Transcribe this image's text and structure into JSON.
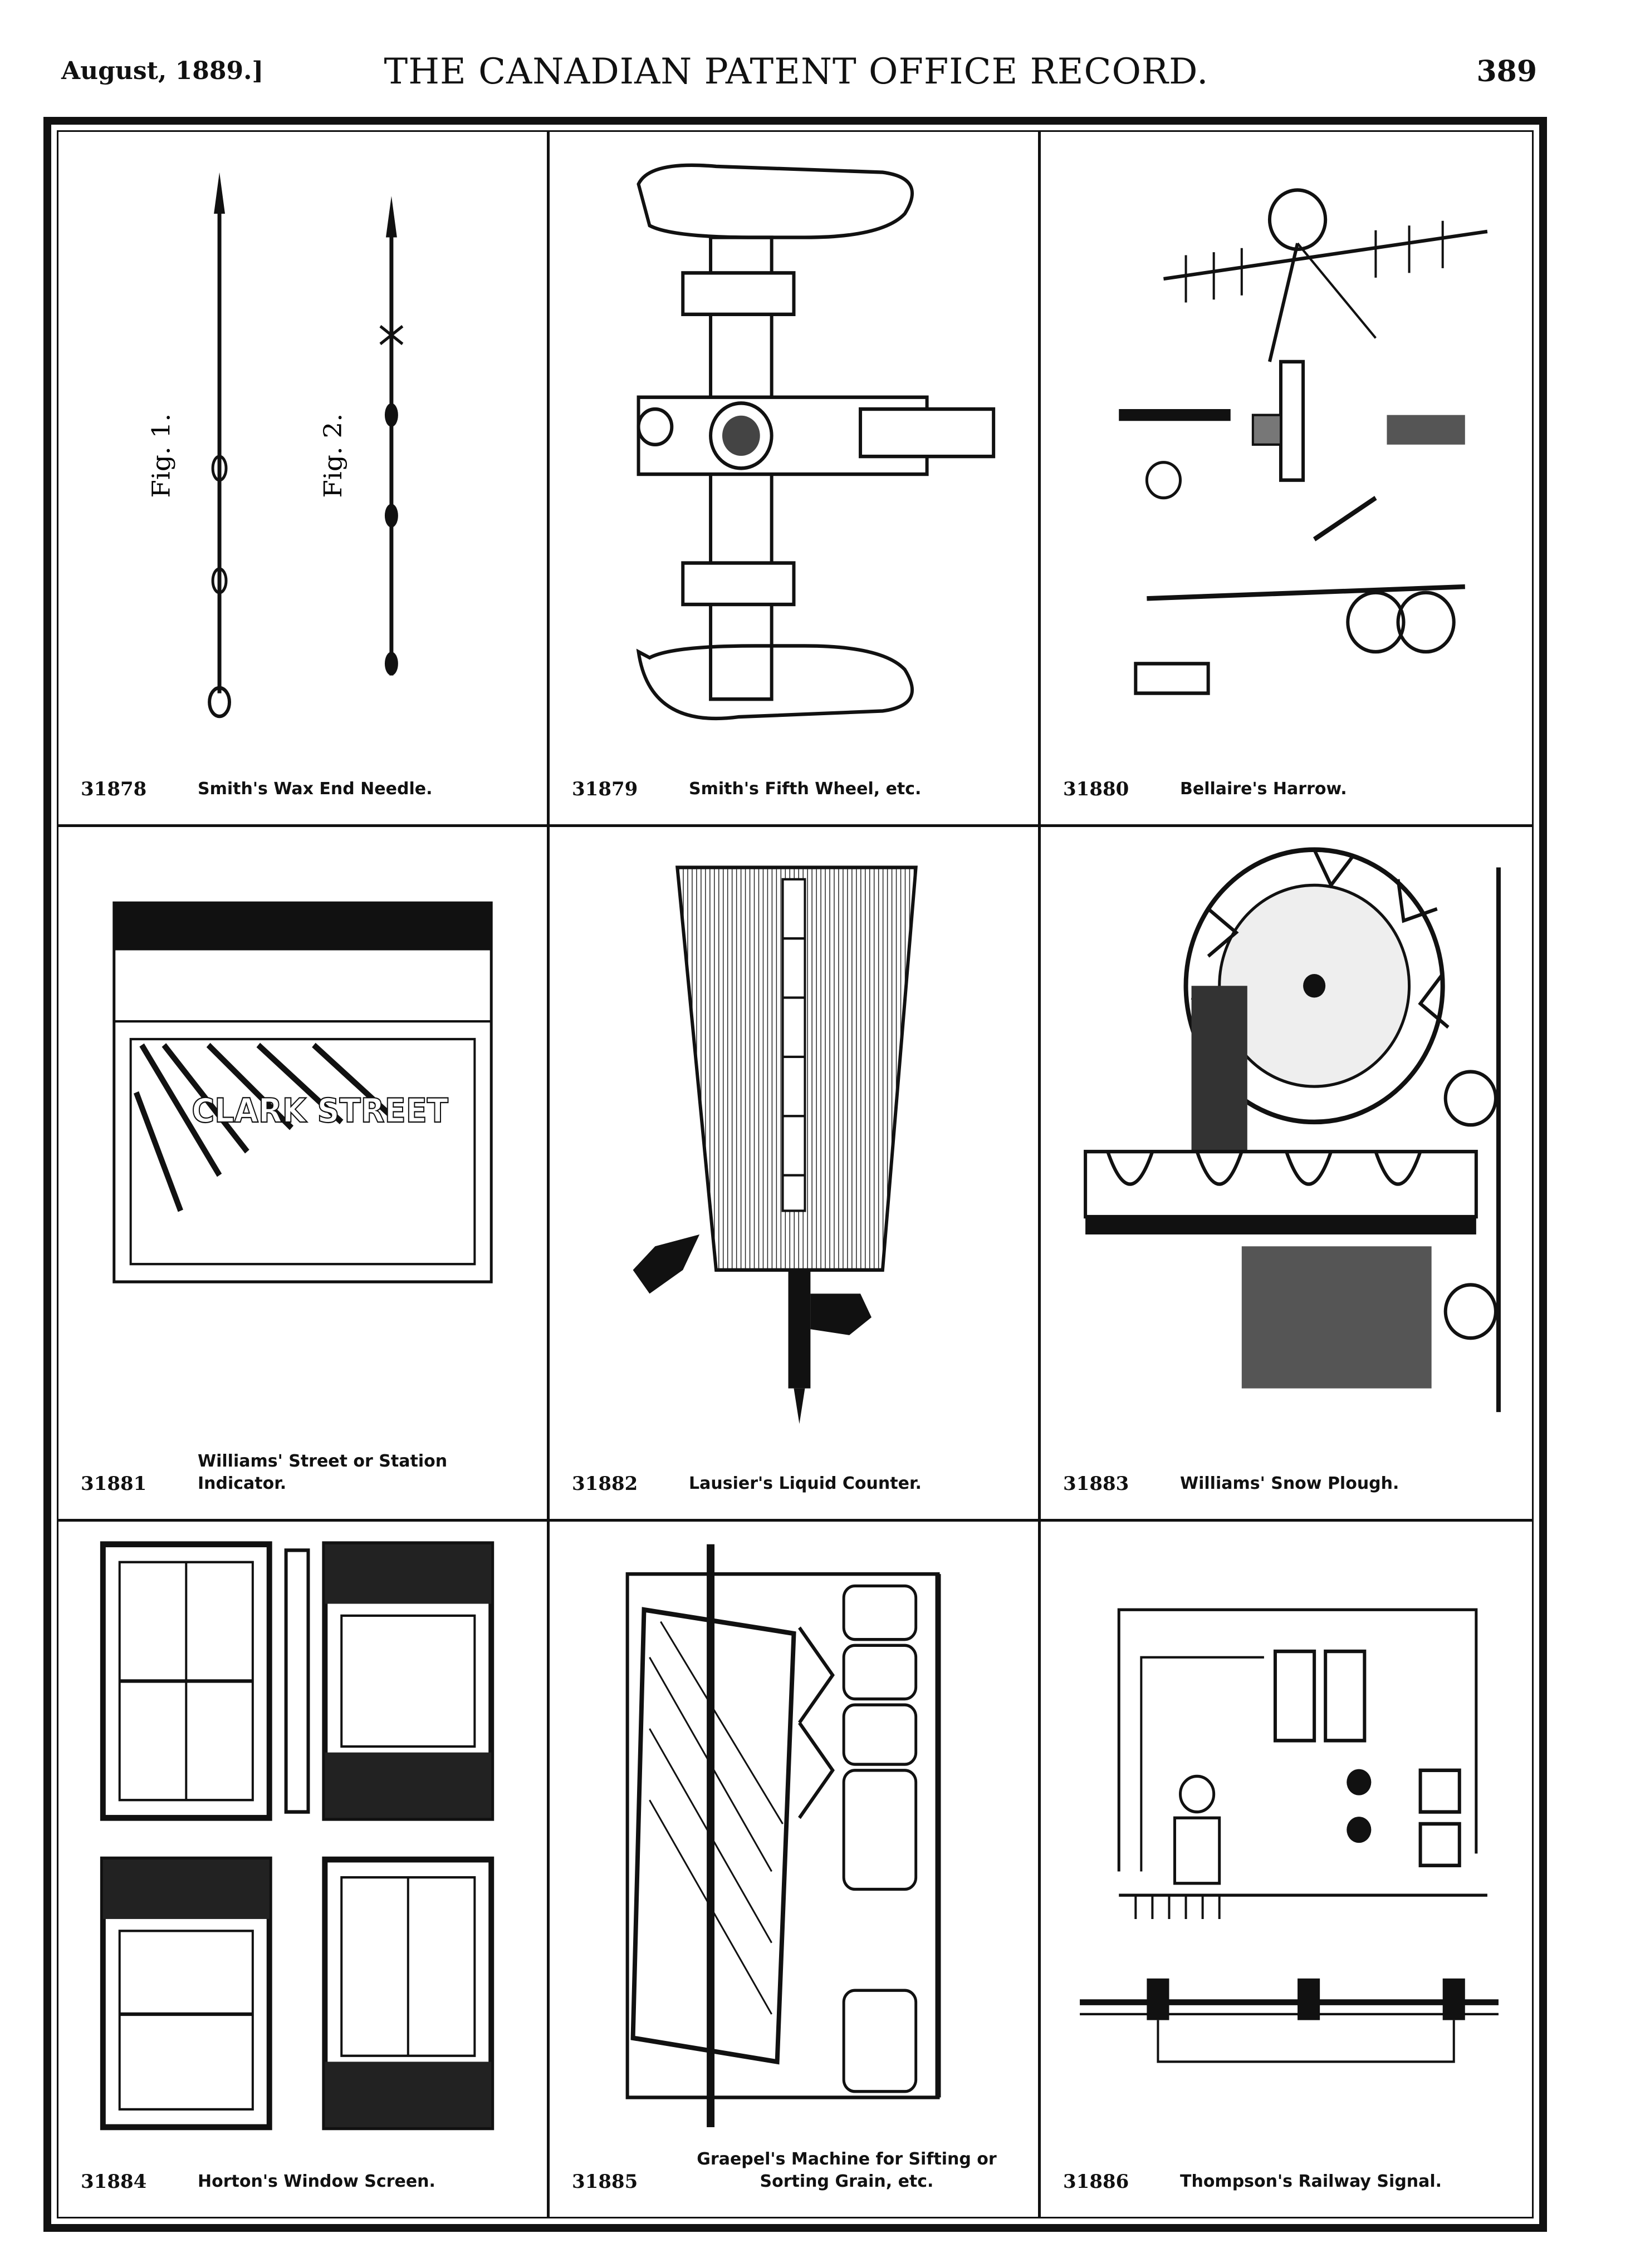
{
  "header": {
    "date": "August, 1889.]",
    "title": "THE CANADIAN PATENT OFFICE RECORD.",
    "page_number": "389"
  },
  "patents": [
    {
      "number": "31878",
      "title": "Smith's Wax End Needle."
    },
    {
      "number": "31879",
      "title": "Smith's Fifth Wheel, etc."
    },
    {
      "number": "31880",
      "title": "Bellaire's Harrow."
    },
    {
      "number": "31881",
      "title": "Williams' Street or Station Indicator."
    },
    {
      "number": "31882",
      "title": "Lausier's Liquid Counter."
    },
    {
      "number": "31883",
      "title": "Williams' Snow Plough."
    },
    {
      "number": "31884",
      "title": "Horton's Window Screen."
    },
    {
      "number": "31885",
      "title": "Graepel's Machine for Sifting or Sorting Grain, etc."
    },
    {
      "number": "31886",
      "title": "Thompson's Railway Signal."
    }
  ],
  "figure_labels": {
    "fig1": "Fig. 1.",
    "fig2": "Fig. 2.",
    "sign_text": "CLARK STREET"
  }
}
